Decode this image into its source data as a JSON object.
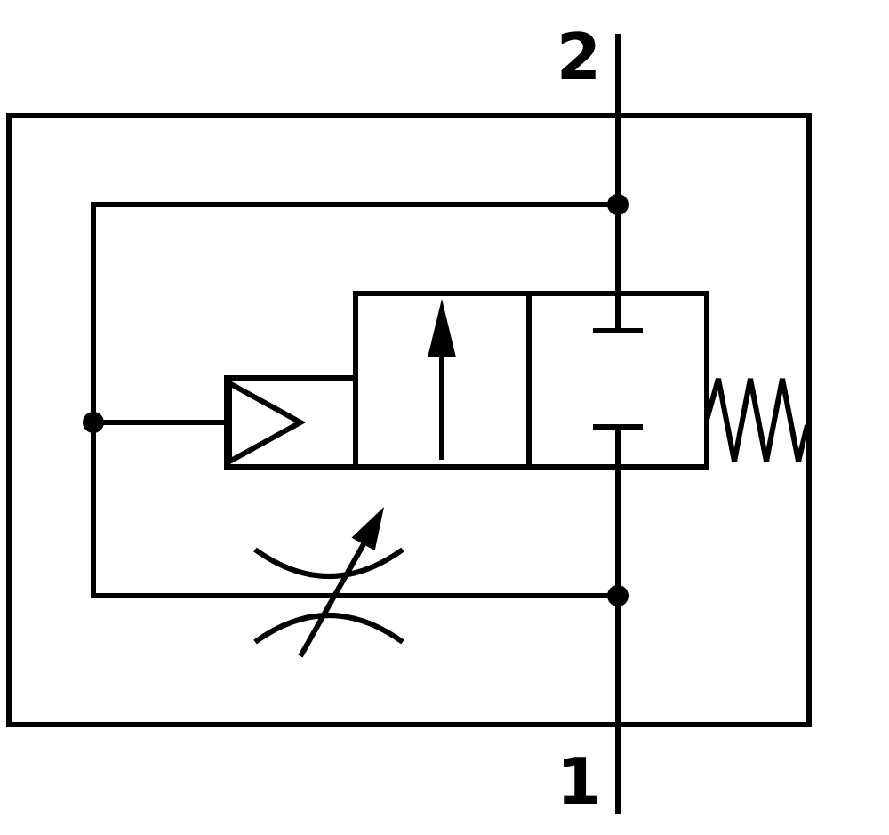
{
  "diagram": {
    "kind": "pneumatic-valve-circuit-symbol",
    "ports": {
      "port_top_label": "2",
      "port_bottom_label": "1"
    },
    "colors": {
      "line": "#000000",
      "background": "#ffffff"
    },
    "components": [
      "enclosure-frame",
      "port-2-line",
      "port-1-line",
      "pilot-actuator-triangle",
      "valve-body-2-2",
      "flow-path-arrow",
      "blocked-port-top",
      "blocked-port-bottom",
      "return-spring",
      "adjustable-throttle",
      "pilot-signal-lines",
      "junction-dots"
    ]
  }
}
